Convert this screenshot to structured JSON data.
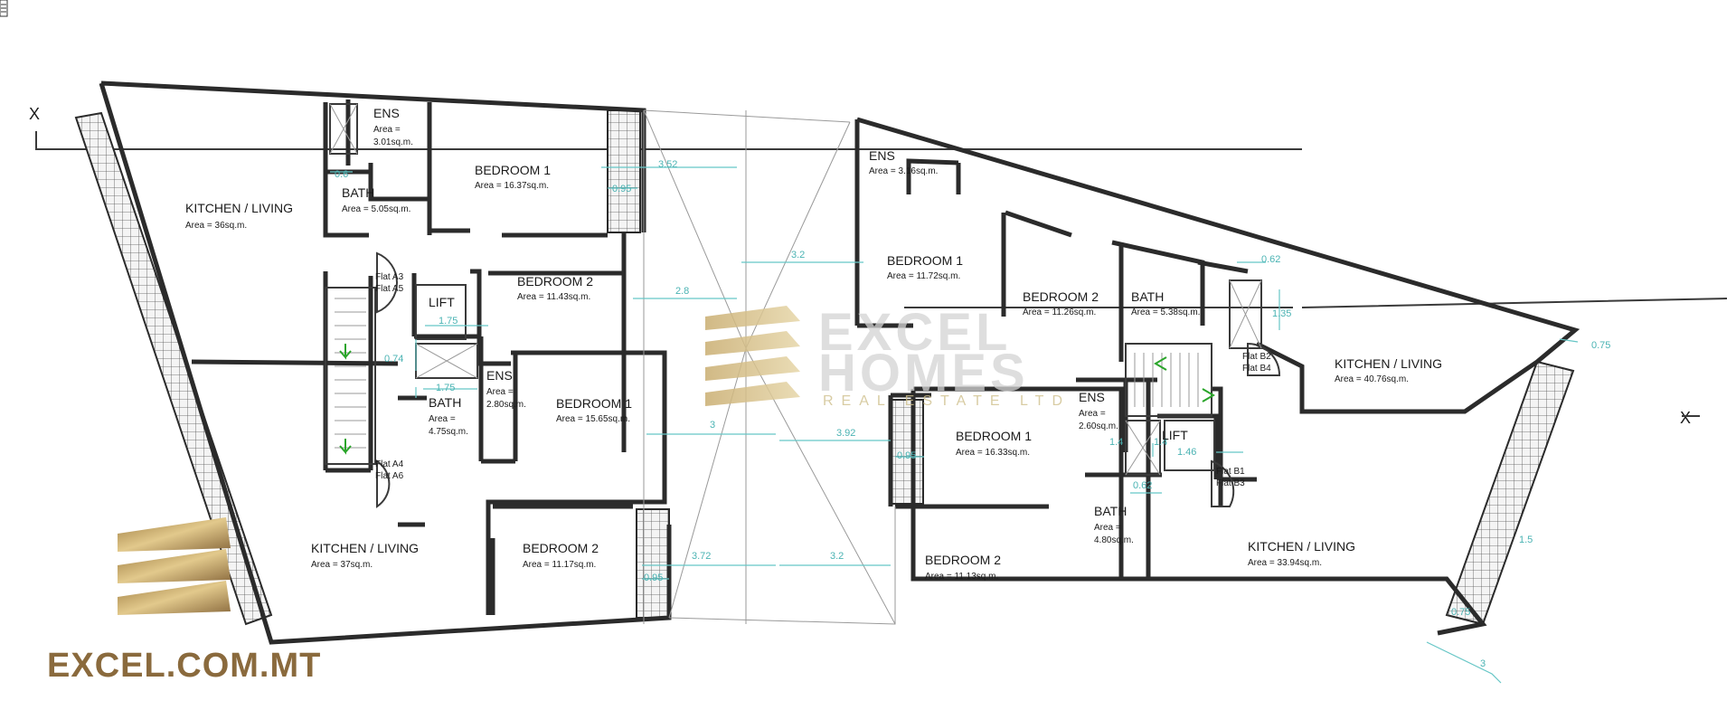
{
  "axis_labels": [
    "X",
    "X"
  ],
  "rooms": [
    {
      "name": "ENS",
      "area": "Area =",
      "area2": "3.01sq.m."
    },
    {
      "name": "BEDROOM 1",
      "area": "Area = 16.37sq.m."
    },
    {
      "name": "KITCHEN / LIVING",
      "area": "Area = 36sq.m."
    },
    {
      "name": "BATH",
      "area": "Area = 5.05sq.m."
    },
    {
      "name": "BEDROOM 2",
      "area": "Area = 11.43sq.m."
    },
    {
      "name": "LIFT"
    },
    {
      "name": "ENS",
      "area": "Area =",
      "area2": "2.80sq.m."
    },
    {
      "name": "BATH",
      "area": "Area =",
      "area2": "4.75sq.m."
    },
    {
      "name": "BEDROOM 1",
      "area": "Area = 15.65sq.m."
    },
    {
      "name": "KITCHEN / LIVING",
      "area": "Area = 37sq.m."
    },
    {
      "name": "BEDROOM 2",
      "area": "Area = 11.17sq.m."
    },
    {
      "name": "ENS",
      "area": "Area = 3.16sq.m."
    },
    {
      "name": "BEDROOM 1",
      "area": "Area = 11.72sq.m."
    },
    {
      "name": "BEDROOM 2",
      "area": "Area = 11.26sq.m."
    },
    {
      "name": "BATH",
      "area": "Area = 5.38sq.m."
    },
    {
      "name": "KITCHEN / LIVING",
      "area": "Area = 40.76sq.m."
    },
    {
      "name": "ENS",
      "area": "Area =",
      "area2": "2.60sq.m."
    },
    {
      "name": "BEDROOM 1",
      "area": "Area = 16.33sq.m."
    },
    {
      "name": "LIFT"
    },
    {
      "name": "BATH",
      "area": "Area =",
      "area2": "4.80sq.m."
    },
    {
      "name": "BEDROOM 2",
      "area": "Area = 11.13sq.m."
    },
    {
      "name": "KITCHEN / LIVING",
      "area": "Area = 33.94sq.m."
    }
  ],
  "flats": [
    "Flat A3",
    "Flat A5",
    "Flat A4",
    "Flat A6",
    "Flat B2",
    "Flat B4",
    "Flat B1",
    "Flat B3"
  ],
  "dimensions": [
    "0.6",
    "3.52",
    "0.95",
    "3.2",
    "2.8",
    "1.75",
    "0.74",
    "1.75",
    "3",
    "3.92",
    "3.72",
    "3.2",
    "0.95",
    "0.95",
    "0.62",
    "1.35",
    "0.62",
    "1.46",
    "1.4",
    "1.4",
    "0.75",
    "3",
    "0.75",
    "1.5"
  ],
  "watermark": {
    "line1": "EXCEL",
    "line2": "HOMES",
    "sub": "REAL ESTATE LTD"
  },
  "site": "EXCEL.COM.MT",
  "colors": {
    "gold": "#b89a5a",
    "gold_dark": "#8a6a3d",
    "wall": "#2b2b2b",
    "dimension": "#66c6c6",
    "stair_arrow": "#2aa52a"
  }
}
